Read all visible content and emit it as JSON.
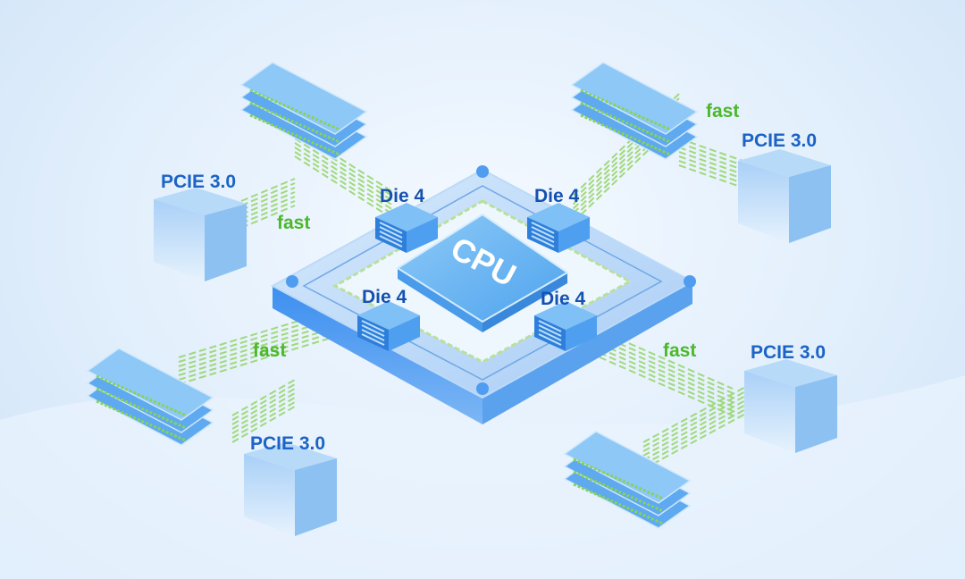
{
  "cpu_label": "CPU",
  "dies": [
    "Die 4",
    "Die 4",
    "Die 4",
    "Die 4"
  ],
  "pcie": [
    "PCIE 3.0",
    "PCIE 3.0",
    "PCIE 3.0",
    "PCIE 3.0"
  ],
  "links": [
    "fast",
    "fast",
    "fast",
    "fast"
  ],
  "colors": {
    "accent": "#2f86e8",
    "link": "#7fcf4a",
    "text_blue": "#1b63c6",
    "text_green": "#4cb82a"
  }
}
